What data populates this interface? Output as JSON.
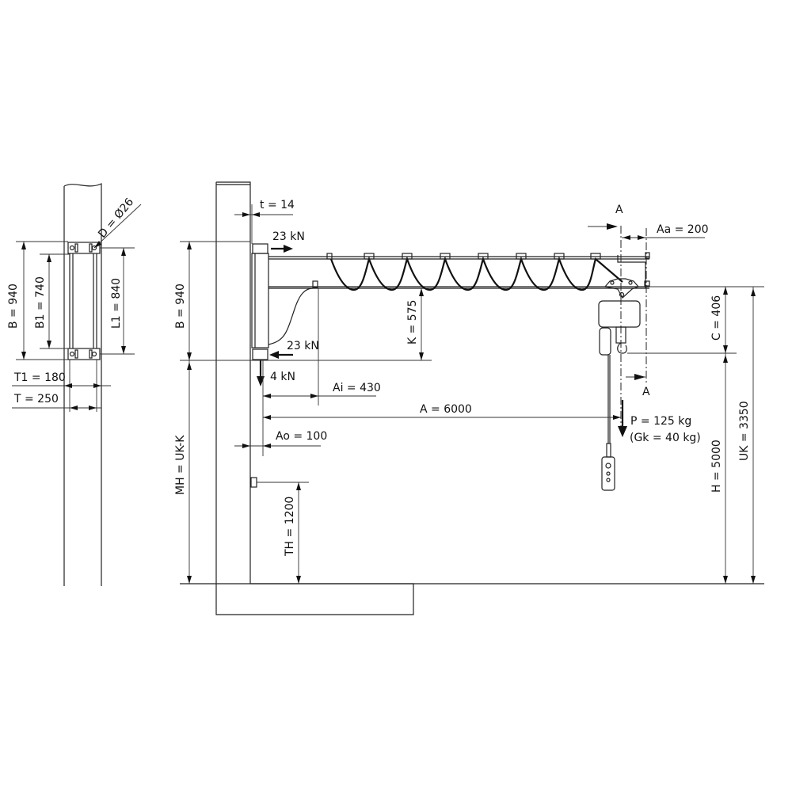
{
  "drawing": {
    "title": "Wall-mounted jib crane dimension drawing",
    "side_view_labels": {
      "D": "D = Ø26",
      "B": "B = 940",
      "B1": "B1 = 740",
      "L1": "L1 = 840",
      "T1": "T1 = 180",
      "T": "T = 250"
    },
    "main_view_labels": {
      "t": "t = 14",
      "force_top": "23 kN",
      "force_bottom": "23 kN",
      "force_down": "4 kN",
      "B": "B = 940",
      "K": "K = 575",
      "Ai": "Ai = 430",
      "A": "A = 6000",
      "Ao": "Ao = 100",
      "MH": "MH = UK-K",
      "TH": "TH = 1200",
      "section_top": "A",
      "section_bottom": "A",
      "Aa": "Aa = 200",
      "C": "C = 406",
      "H": "H = 5000",
      "UK": "UK = 3350",
      "P": "P = 125 kg",
      "Gk": "(Gk = 40 kg)"
    }
  }
}
